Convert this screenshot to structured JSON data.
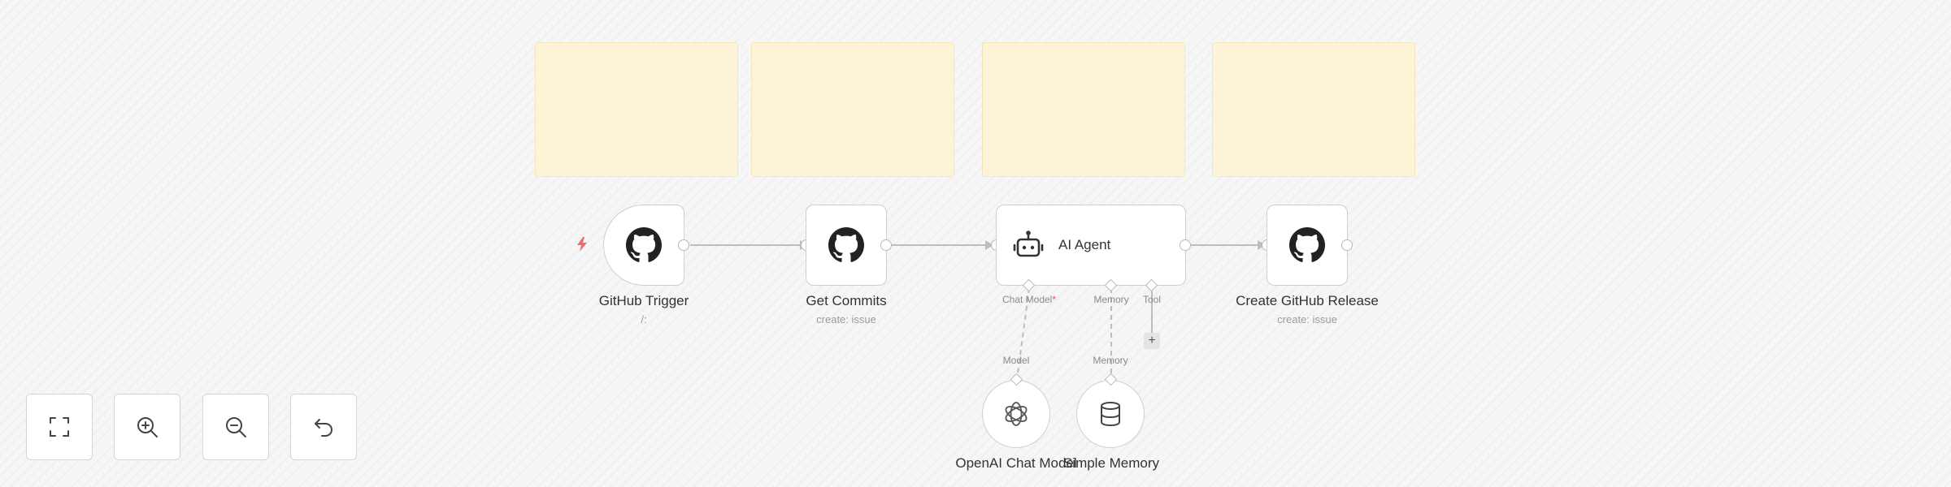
{
  "nodes": {
    "github_trigger": {
      "title": "GitHub Trigger",
      "subtitle": "/:"
    },
    "get_commits": {
      "title": "Get Commits",
      "subtitle": "create: issue"
    },
    "ai_agent": {
      "title": "AI Agent",
      "ports": {
        "chat_model": "Chat Model",
        "memory": "Memory",
        "tool": "Tool"
      }
    },
    "create_release": {
      "title": "Create GitHub Release",
      "subtitle": "create: issue"
    },
    "openai_chat_model": {
      "title": "OpenAI Chat Model",
      "port": "Model"
    },
    "simple_memory": {
      "title": "Simple Memory",
      "port": "Memory"
    }
  },
  "tool_add_symbol": "+",
  "required_marker": "*",
  "controls": [
    {
      "name": "fit-view",
      "icon": "fullscreen-icon"
    },
    {
      "name": "zoom-in",
      "icon": "zoom-in-icon"
    },
    {
      "name": "zoom-out",
      "icon": "zoom-out-icon"
    },
    {
      "name": "reset",
      "icon": "undo-icon"
    }
  ],
  "colors": {
    "sticky_note": "#fdf3d6",
    "canvas": "#f6f6f6",
    "trigger_bolt": "#f0696b",
    "node_border": "#cfcfcf"
  }
}
